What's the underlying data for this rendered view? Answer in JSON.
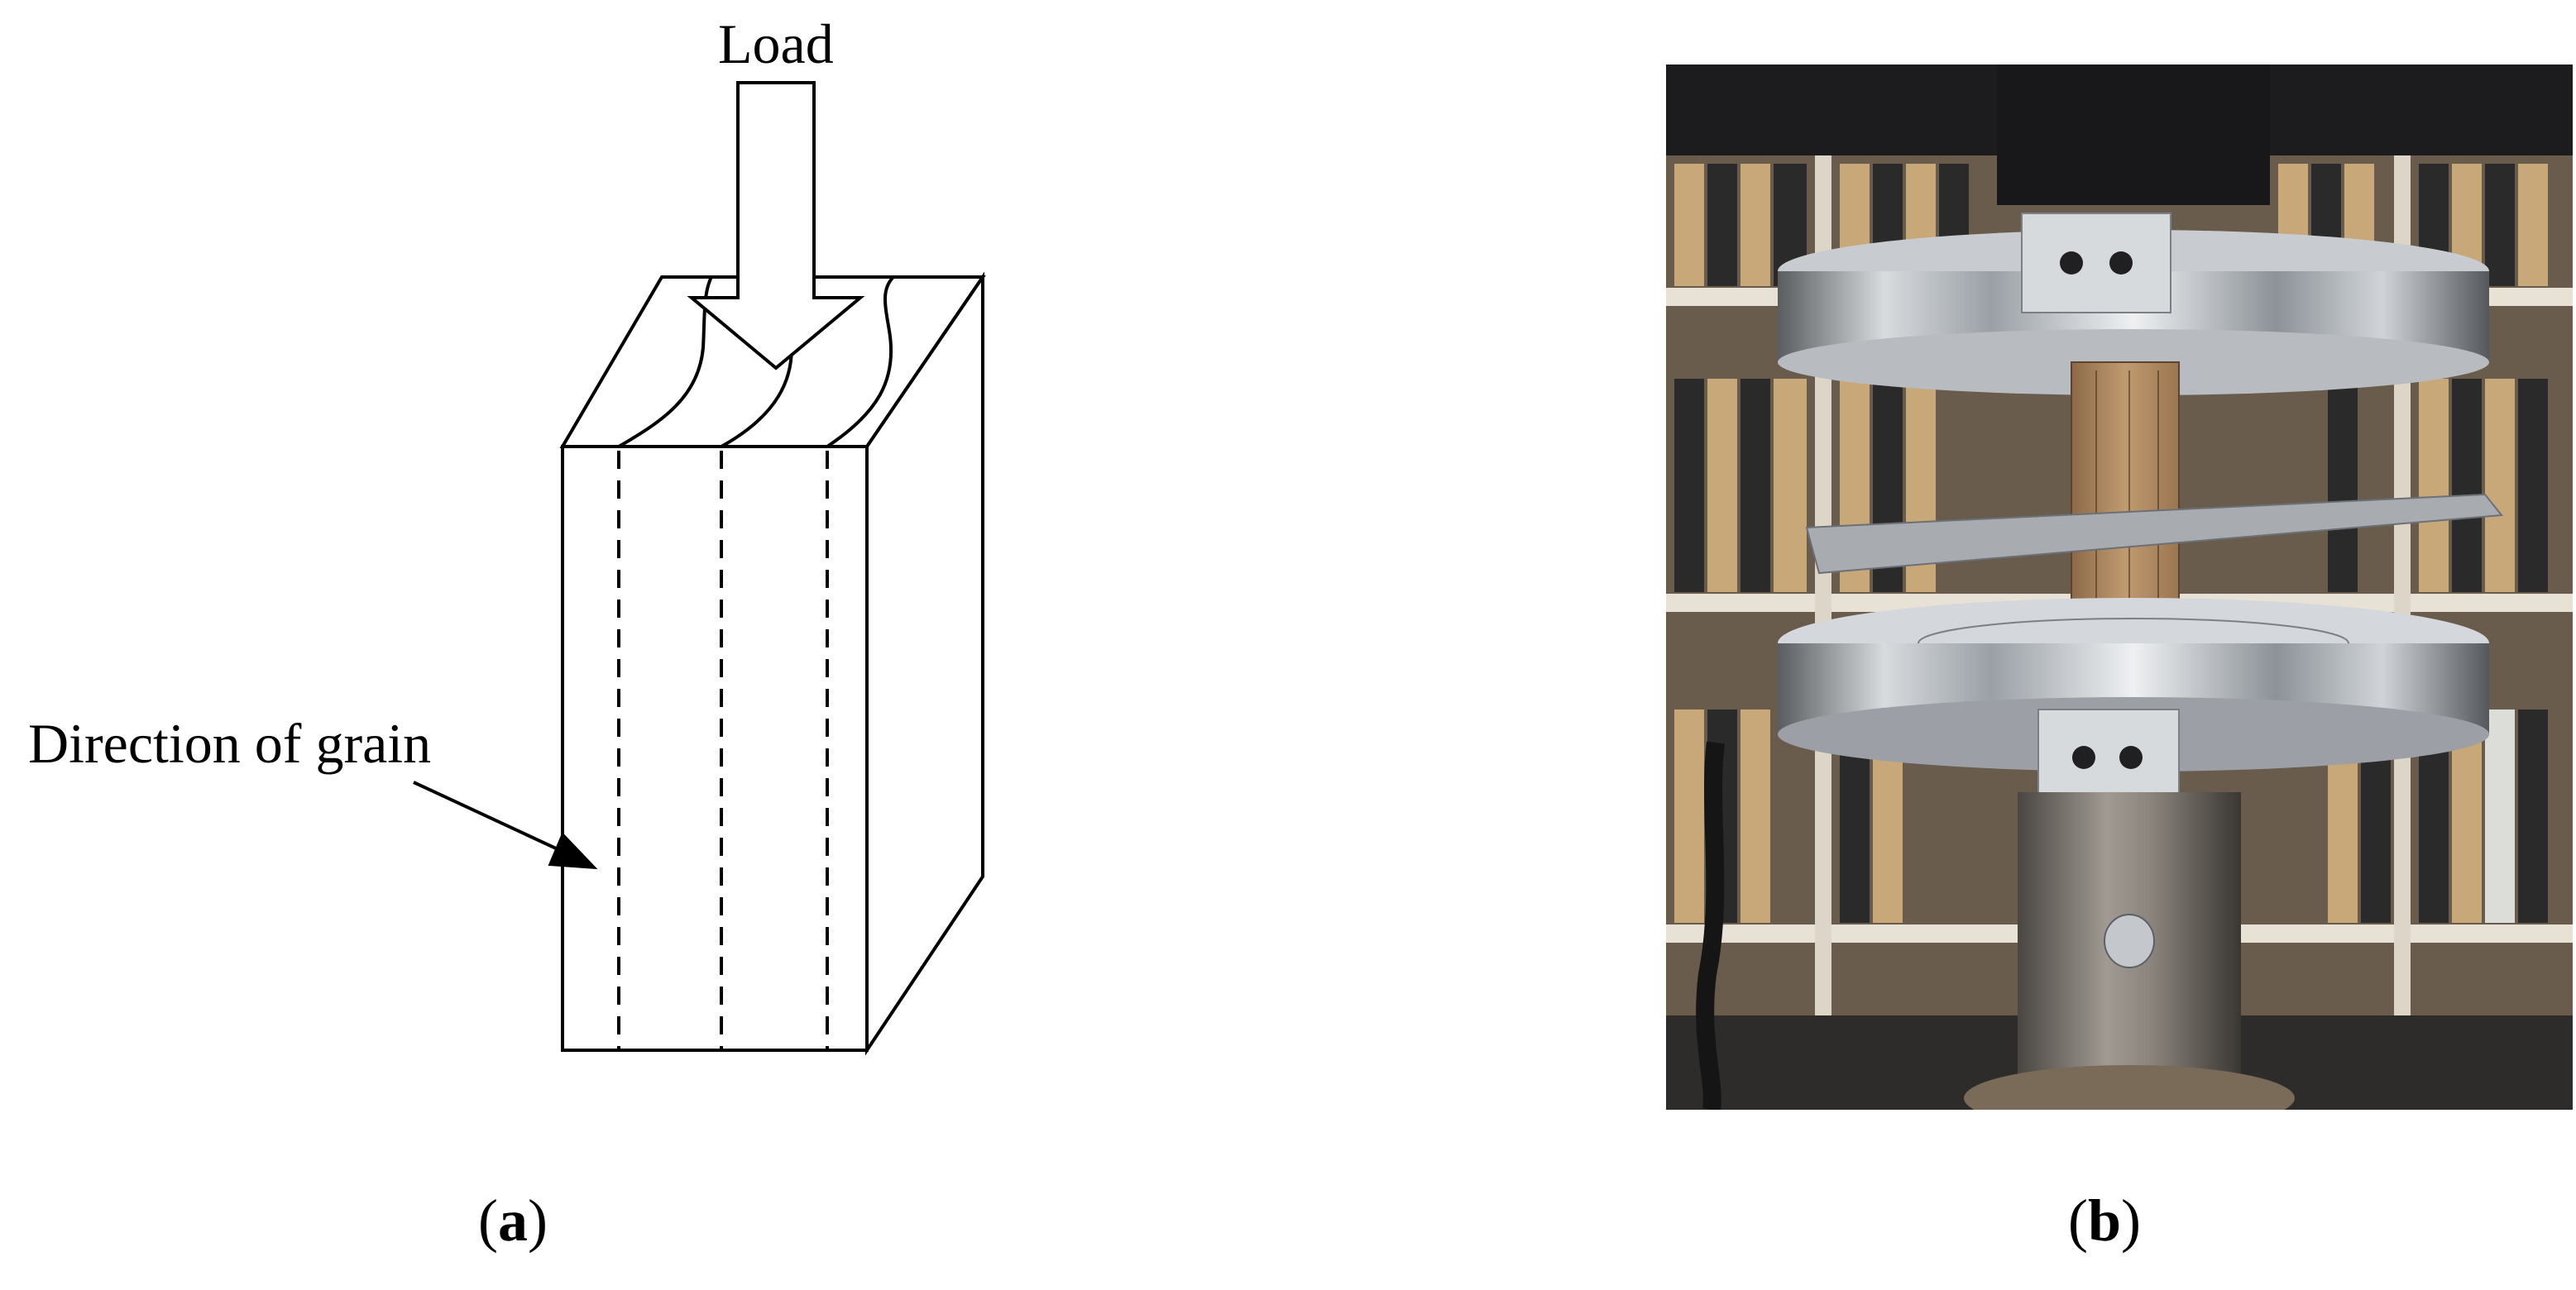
{
  "panel_a": {
    "load_label": "Load",
    "grain_label": "Direction of grain",
    "caption_open": "(",
    "caption_letter": "a",
    "caption_close": ")"
  },
  "panel_b": {
    "caption_open": "(",
    "caption_letter": "b",
    "caption_close": ")"
  },
  "colors": {
    "line": "#000000",
    "background": "#ffffff",
    "steel": "#c8ccd0",
    "wood": "#b08a60"
  }
}
